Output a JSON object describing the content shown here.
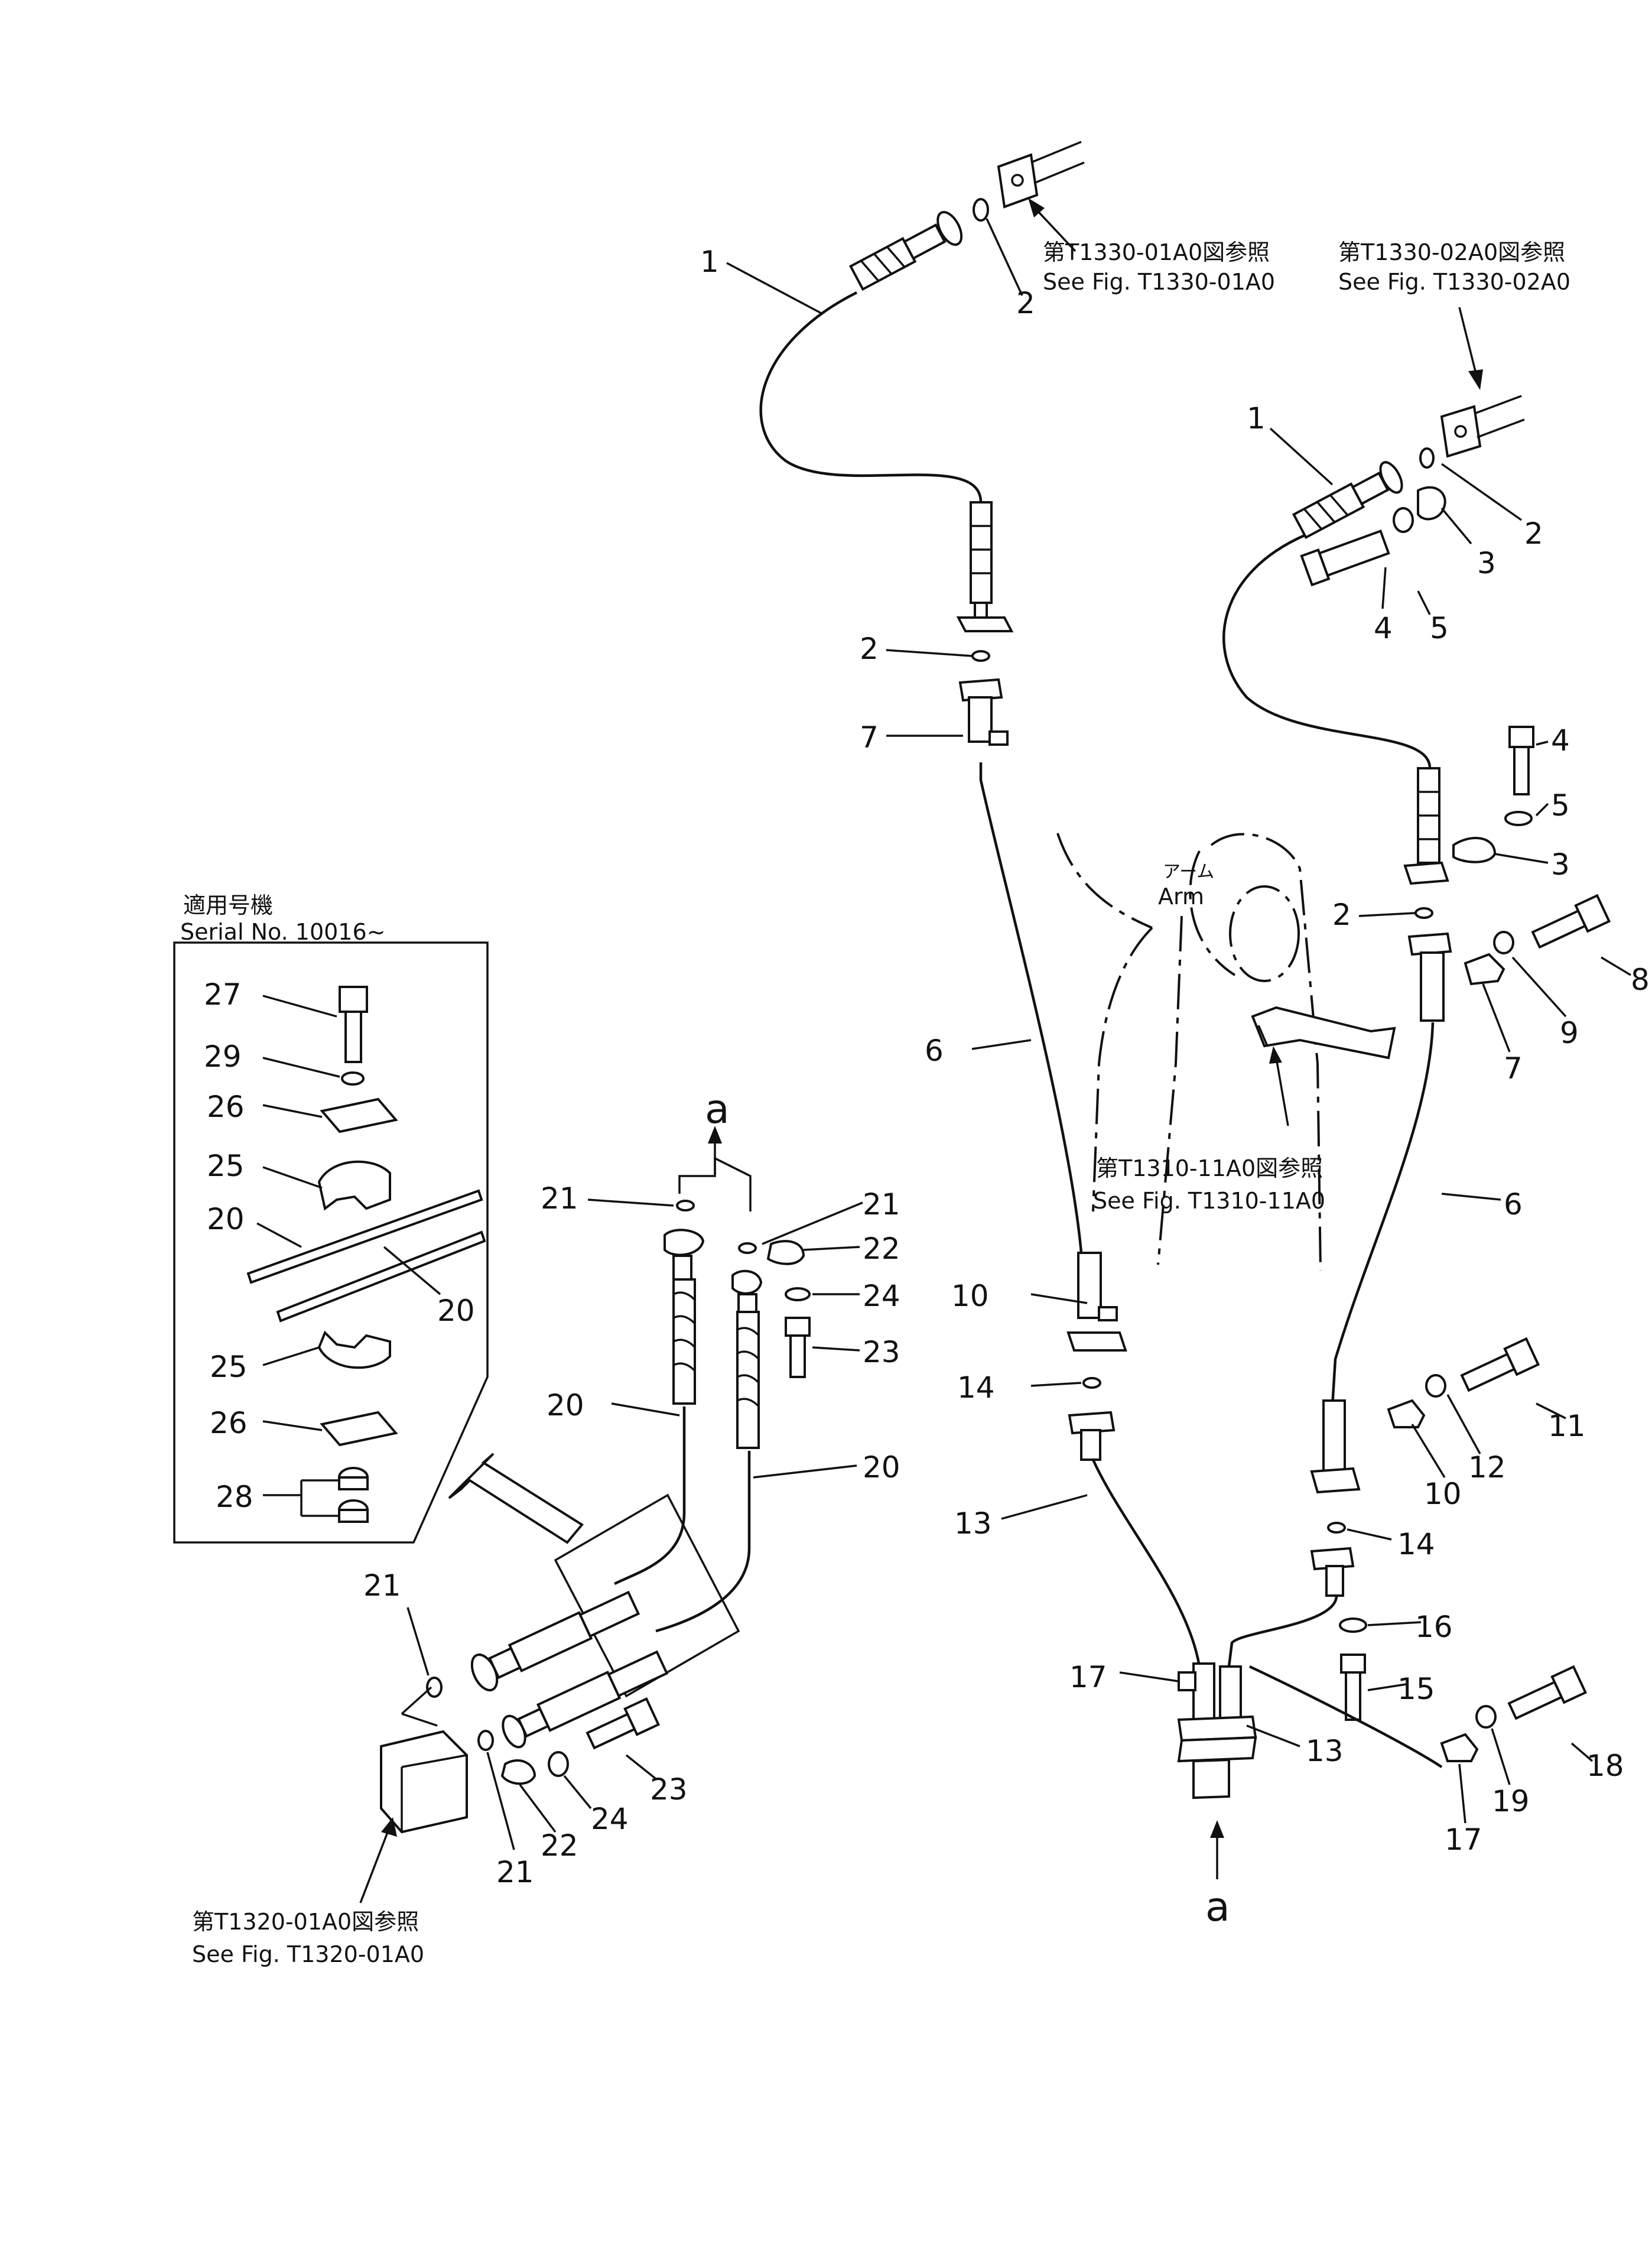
{
  "references": {
    "top_left_jp": "第T1330-01A0図参照",
    "top_left_en": "See  Fig. T1330-01A0",
    "top_right_jp": "第T1330-02A0図参照",
    "top_right_en": "See  Fig. T1330-02A0",
    "center_jp": "第T1310-11A0図参照",
    "center_en": "See  Fig. T1310-11A0",
    "bottom_jp": "第T1320-01A0図参照",
    "bottom_en": "See  Fig. T1320-01A0"
  },
  "arm": {
    "jp": "アーム",
    "en": "Arm"
  },
  "serial": {
    "jp": "適用号機",
    "en": "Serial  No. 10016~"
  },
  "connection_mark": "a",
  "numbers": {
    "n1": "1",
    "n2": "2",
    "n3": "3",
    "n4": "4",
    "n5": "5",
    "n6": "6",
    "n7": "7",
    "n8": "8",
    "n9": "9",
    "n10": "10",
    "n11": "11",
    "n12": "12",
    "n13": "13",
    "n14": "14",
    "n15": "15",
    "n16": "16",
    "n17": "17",
    "n18": "18",
    "n19": "19",
    "n20": "20",
    "n21": "21",
    "n22": "22",
    "n23": "23",
    "n24": "24",
    "n25": "25",
    "n26": "26",
    "n27": "27",
    "n28": "28",
    "n29": "29"
  }
}
